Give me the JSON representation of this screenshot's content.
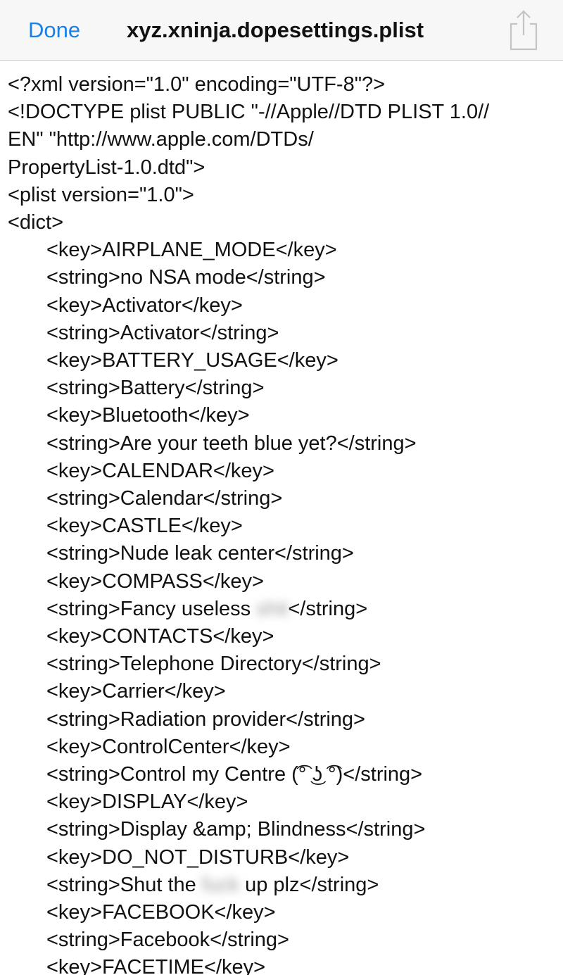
{
  "navbar": {
    "done_label": "Done",
    "title": "xyz.xninja.dopesettings.plist",
    "share_icon": "share-icon",
    "accent_color": "#1a7fe6"
  },
  "document": {
    "lines": [
      {
        "indent": 0,
        "text": "<?xml version=\"1.0\" encoding=\"UTF-8\"?>"
      },
      {
        "indent": 0,
        "text": "<!DOCTYPE plist PUBLIC \"-//Apple//DTD PLIST 1.0//"
      },
      {
        "indent": 0,
        "text": "EN\" \"http://www.apple.com/DTDs/"
      },
      {
        "indent": 0,
        "text": "PropertyList-1.0.dtd\">"
      },
      {
        "indent": 0,
        "text": "<plist version=\"1.0\">"
      },
      {
        "indent": 0,
        "text": "<dict>"
      },
      {
        "indent": 1,
        "text": "<key>AIRPLANE_MODE</key>"
      },
      {
        "indent": 1,
        "text": "<string>no NSA mode</string>"
      },
      {
        "indent": 1,
        "text": "<key>Activator</key>"
      },
      {
        "indent": 1,
        "text": "<string>Activator</string>"
      },
      {
        "indent": 1,
        "text": "<key>BATTERY_USAGE</key>"
      },
      {
        "indent": 1,
        "text": "<string>Battery</string>"
      },
      {
        "indent": 1,
        "text": "<key>Bluetooth</key>"
      },
      {
        "indent": 1,
        "text": "<string>Are your teeth blue yet?</string>"
      },
      {
        "indent": 1,
        "text": "<key>CALENDAR</key>"
      },
      {
        "indent": 1,
        "text": "<string>Calendar</string>"
      },
      {
        "indent": 1,
        "text": "<key>CASTLE</key>"
      },
      {
        "indent": 1,
        "text": "<string>Nude leak center</string>"
      },
      {
        "indent": 1,
        "text": "<key>COMPASS</key>"
      },
      {
        "indent": 1,
        "text": "<string>Fancy useless ",
        "blurred": "shit",
        "after": "</string>"
      },
      {
        "indent": 1,
        "text": "<key>CONTACTS</key>"
      },
      {
        "indent": 1,
        "text": "<string>Telephone Directory</string>"
      },
      {
        "indent": 1,
        "text": "<key>Carrier</key>"
      },
      {
        "indent": 1,
        "text": "<string>Radiation provider</string>"
      },
      {
        "indent": 1,
        "text": "<key>ControlCenter</key>"
      },
      {
        "indent": 1,
        "text": "<string>Control my Centre (͡° ͜ʖ ͡°)</string>"
      },
      {
        "indent": 1,
        "text": "<key>DISPLAY</key>"
      },
      {
        "indent": 1,
        "text": "<string>Display &amp; Blindness</string>"
      },
      {
        "indent": 1,
        "text": "<key>DO_NOT_DISTURB</key>"
      },
      {
        "indent": 1,
        "text": "<string>Shut the ",
        "blurred": "fuck",
        "after": " up plz</string>"
      },
      {
        "indent": 1,
        "text": "<key>FACEBOOK</key>"
      },
      {
        "indent": 1,
        "text": "<string>Facebook</string>"
      },
      {
        "indent": 1,
        "text": "<key>FACETIME</key>"
      }
    ]
  }
}
